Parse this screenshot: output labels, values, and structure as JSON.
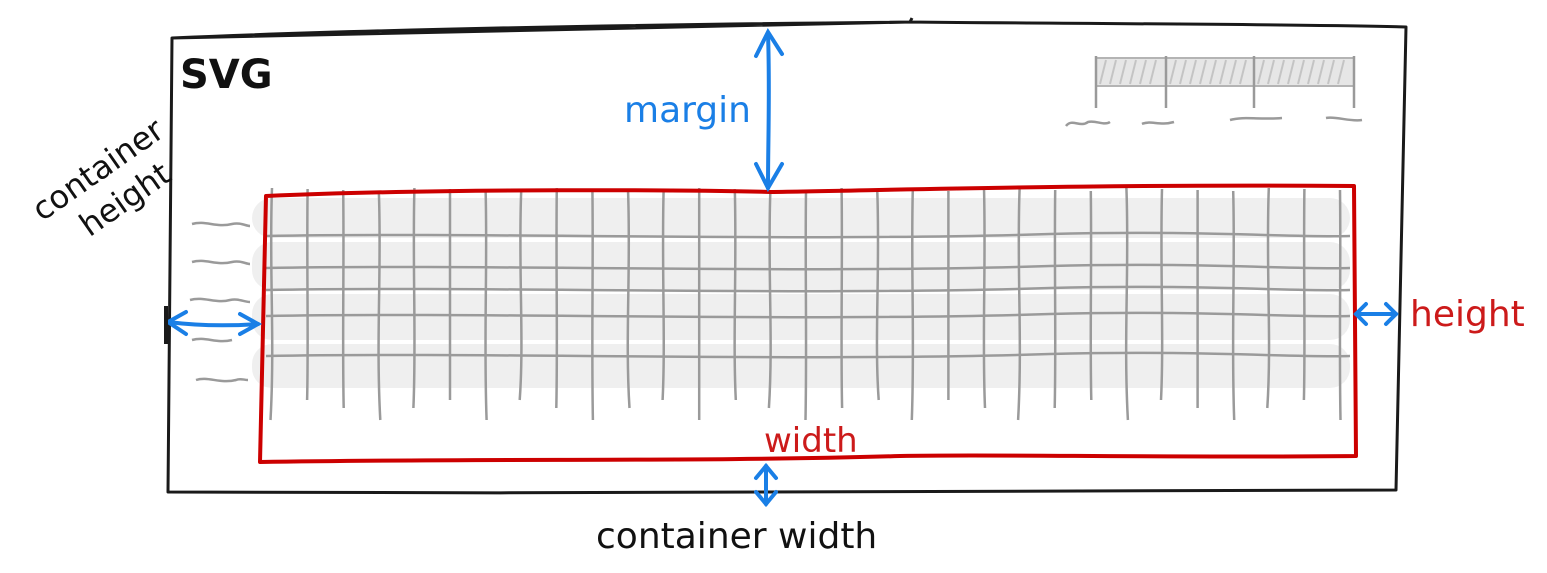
{
  "diagram": {
    "svg_label": "SVG",
    "margin_label": "margin",
    "container_height_label_line1": "container",
    "container_height_label_line2": "height",
    "height_label": "height",
    "width_label": "width",
    "container_width_label": "container width"
  },
  "colors": {
    "outline": "#1a1a1a",
    "plot_area": "#cc0000",
    "arrow": "#1a7fe6",
    "grid": "#9a9a9a",
    "grid_fill": "#efefef"
  }
}
